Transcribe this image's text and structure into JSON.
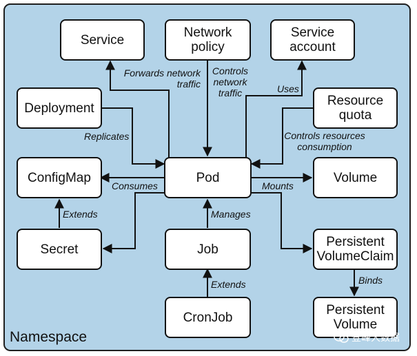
{
  "namespace_label": "Namespace",
  "nodes": {
    "service": "Service",
    "network_policy": "Network\npolicy",
    "service_account": "Service\naccount",
    "deployment": "Deployment",
    "resource_quota": "Resource\nquota",
    "configmap": "ConfigMap",
    "pod": "Pod",
    "volume": "Volume",
    "secret": "Secret",
    "job": "Job",
    "pvc": "Persistent\nVolumeClaim",
    "cronjob": "CronJob",
    "pv": "Persistent\nVolume"
  },
  "edges": {
    "forwards": "Forwards network\ntraffic",
    "controls_network": "Controls\nnetwork\ntraffic",
    "uses": "Uses",
    "replicates": "Replicates",
    "controls_resources": "Controls resources\nconsumption",
    "consumes": "Consumes",
    "mounts": "Mounts",
    "extends_secret": "Extends",
    "manages": "Manages",
    "extends_cronjob": "Extends",
    "binds": "Binds"
  },
  "colors": {
    "namespace_fill": "#b3d3e8",
    "node_fill": "#ffffff",
    "stroke": "#111111"
  },
  "watermark": {
    "icon": "wechat-icon",
    "text": "登峰大数据"
  }
}
